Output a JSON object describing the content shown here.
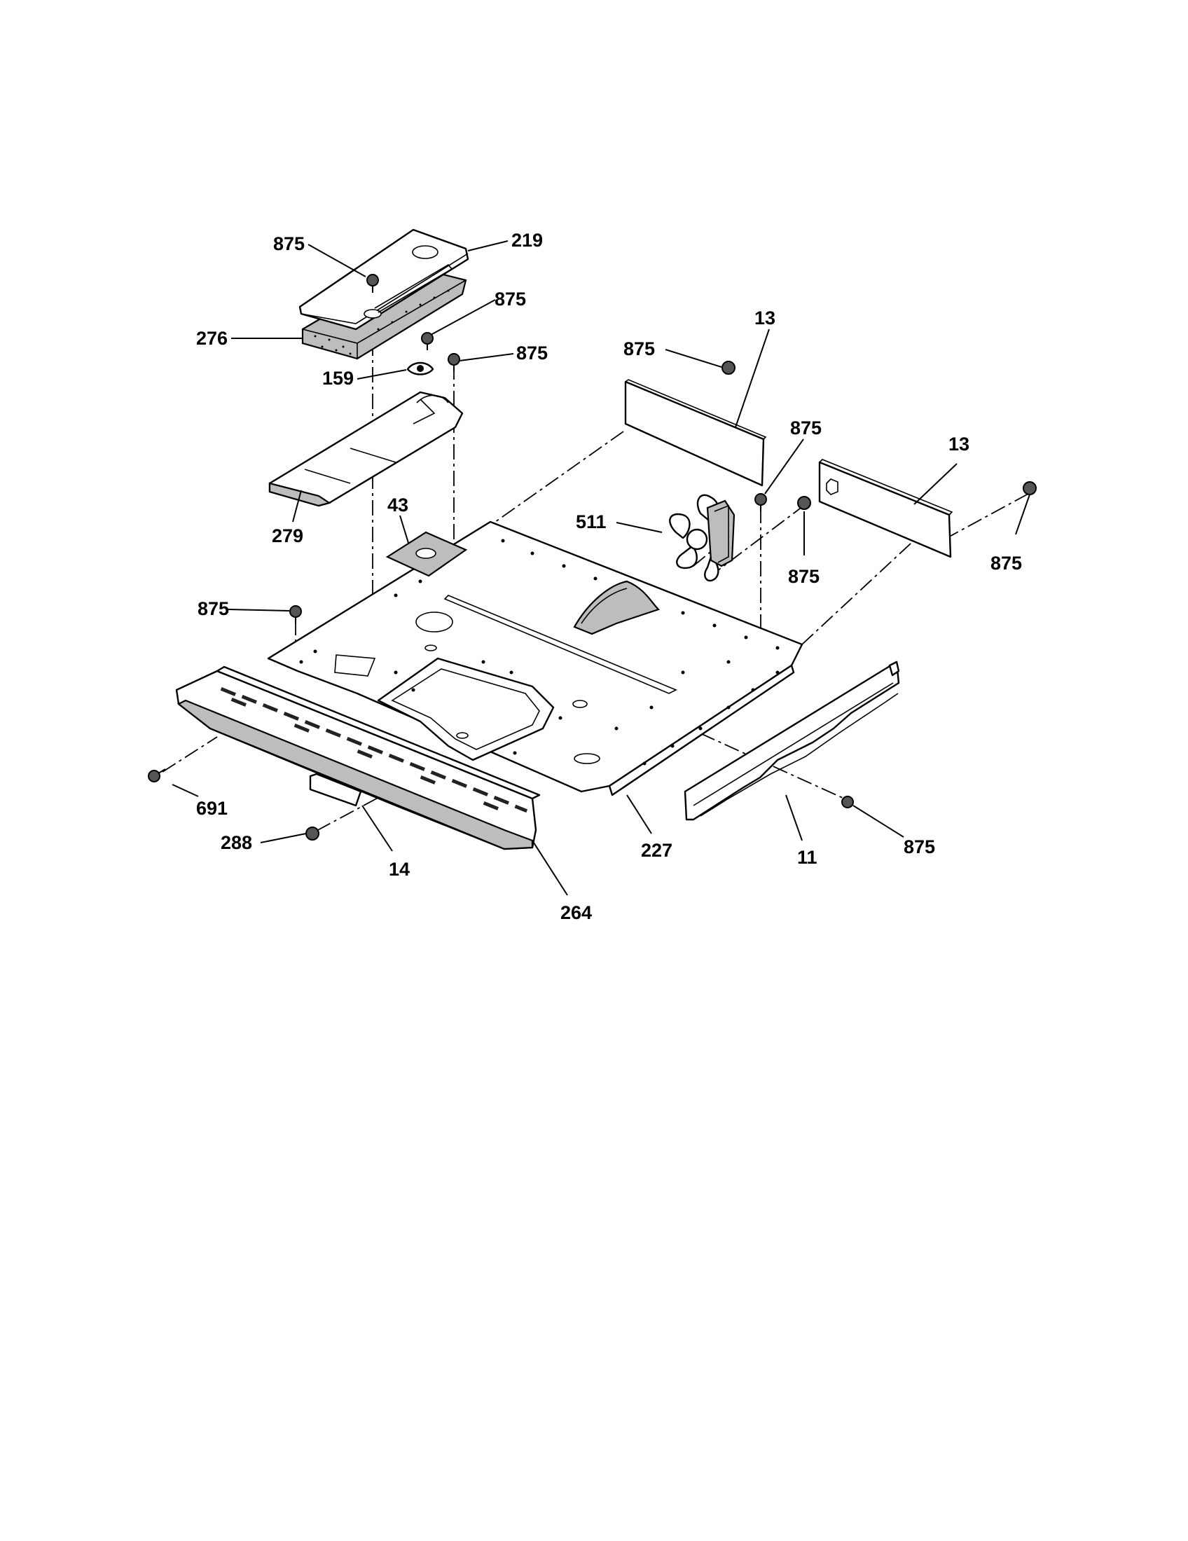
{
  "diagram": {
    "labels": {
      "l875_a": "875",
      "l219": "219",
      "l875_b": "875",
      "l276": "276",
      "l875_c": "875",
      "l159": "159",
      "l875_d": "875",
      "l13_a": "13",
      "l875_e": "875",
      "l13_b": "13",
      "l279": "279",
      "l43": "43",
      "l511": "511",
      "l875_f": "875",
      "l875_g": "875",
      "l875_h": "875",
      "l691": "691",
      "l288": "288",
      "l14": "14",
      "l264": "264",
      "l227": "227",
      "l11": "11",
      "l875_i": "875"
    }
  }
}
